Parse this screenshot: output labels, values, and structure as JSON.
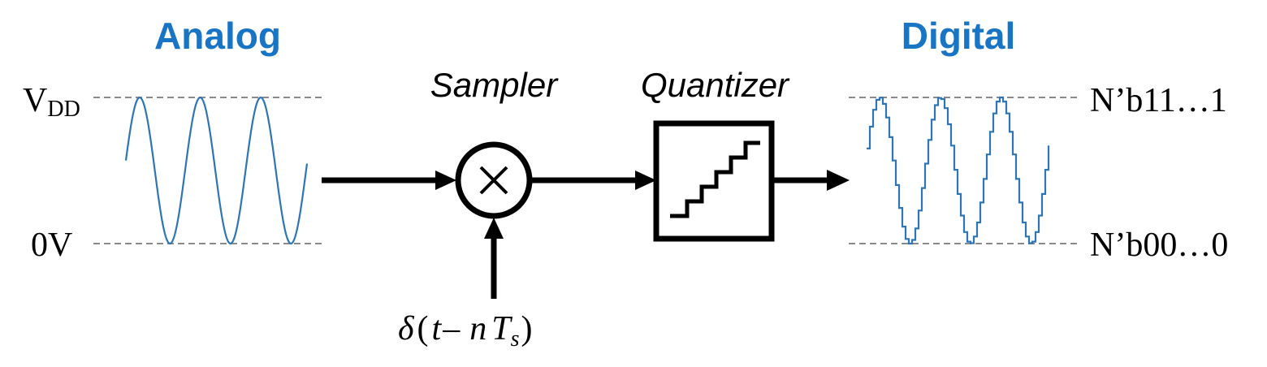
{
  "colors": {
    "title": "#1874c4",
    "wave": "#2e75b6",
    "guide": "#8a8a8a",
    "line": "#000000"
  },
  "analog": {
    "title": "Analog",
    "top_label_main": "V",
    "top_label_sub": "DD",
    "bottom_label": "0V"
  },
  "digital": {
    "title": "Digital",
    "top_label": "N’b11…1",
    "bottom_label": "N’b00…0"
  },
  "sampler": {
    "label": "Sampler",
    "symbol": "×",
    "input_delta": "δ",
    "input_open": "(",
    "input_t": "t",
    "input_minus": "–",
    "input_n": "n",
    "input_T": "T",
    "input_s": "s",
    "input_close": ")"
  },
  "quantizer": {
    "label": "Quantizer",
    "icon": "staircase-icon"
  }
}
